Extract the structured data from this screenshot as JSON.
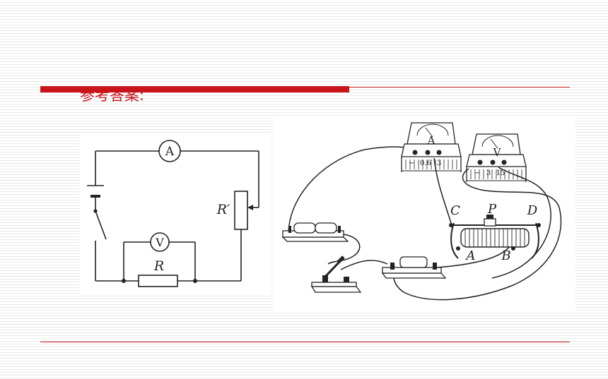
{
  "answer_label": "参考答案:",
  "schematic": {
    "ammeter_symbol": "A",
    "voltmeter_symbol": "V",
    "resistor_label": "R",
    "rheostat_label": "R′"
  },
  "apparatus": {
    "ammeter": {
      "symbol": "A",
      "terminals": [
        "−",
        "0.6",
        "3"
      ]
    },
    "voltmeter": {
      "symbol": "V",
      "terminals": [
        "−",
        "3",
        "15"
      ]
    },
    "rheostat_points": {
      "C": "C",
      "P": "P",
      "D": "D",
      "A": "A",
      "B": "B"
    }
  }
}
